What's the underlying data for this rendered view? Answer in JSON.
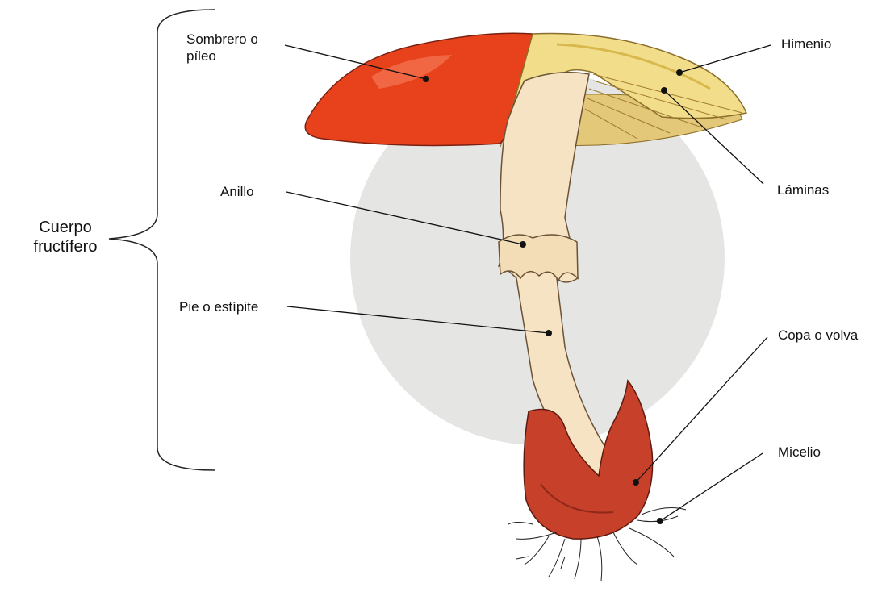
{
  "diagram": {
    "labels": {
      "cuerpo_line1": "Cuerpo",
      "cuerpo_line2": "fructífero",
      "sombrero_line1": "Sombrero o",
      "sombrero_line2": "píleo",
      "himenio": "Himenio",
      "anillo": "Anillo",
      "laminas": "Láminas",
      "pie": "Pie o estípite",
      "copa": "Copa o volva",
      "micelio": "Micelio"
    },
    "colors": {
      "cap": "#e8421c",
      "cap_highlight": "#f2714d",
      "gills": "#f2dd8a",
      "stem": "#f6e3c4",
      "volva": "#c7402a",
      "background_circle": "#e5e5e3",
      "roots": "#222222"
    }
  }
}
